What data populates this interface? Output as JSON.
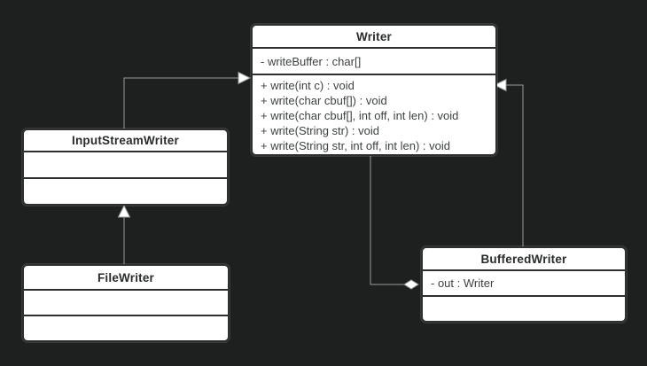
{
  "diagram": {
    "type": "uml-class-diagram",
    "colors": {
      "canvas_bg": "#1e2020",
      "box_fill": "#ffffff",
      "box_border": "#2e3030",
      "edge_line": "#9a9d9d",
      "arrowhead_fill": "#ffffff",
      "title_text": "#2a2c2c",
      "body_text": "#3f4242"
    }
  },
  "classes": [
    {
      "id": "writer",
      "title": "Writer",
      "attributes": [
        "- writeBuffer : char[]"
      ],
      "methods": [
        "+ write(int c) : void",
        "+ write(char cbuf[]) : void",
        "+ write(char cbuf[], int off, int len) : void",
        "+ write(String str) : void",
        "+ write(String str, int off, int len) : void"
      ]
    },
    {
      "id": "input-stream-writer",
      "title": "InputStreamWriter",
      "attributes": [],
      "methods": []
    },
    {
      "id": "file-writer",
      "title": "FileWriter",
      "attributes": [],
      "methods": []
    },
    {
      "id": "buffered-writer",
      "title": "BufferedWriter",
      "attributes": [
        "- out : Writer"
      ],
      "methods": []
    }
  ],
  "relationships": [
    {
      "from": "InputStreamWriter",
      "to": "Writer",
      "type": "generalization",
      "arrowhead": "hollow-triangle"
    },
    {
      "from": "FileWriter",
      "to": "InputStreamWriter",
      "type": "generalization",
      "arrowhead": "hollow-triangle"
    },
    {
      "from": "BufferedWriter",
      "to": "Writer",
      "type": "generalization",
      "arrowhead": "hollow-triangle"
    },
    {
      "from": "BufferedWriter",
      "to": "Writer",
      "type": "aggregation",
      "arrowhead": "hollow-diamond",
      "via_attribute": "out"
    }
  ]
}
